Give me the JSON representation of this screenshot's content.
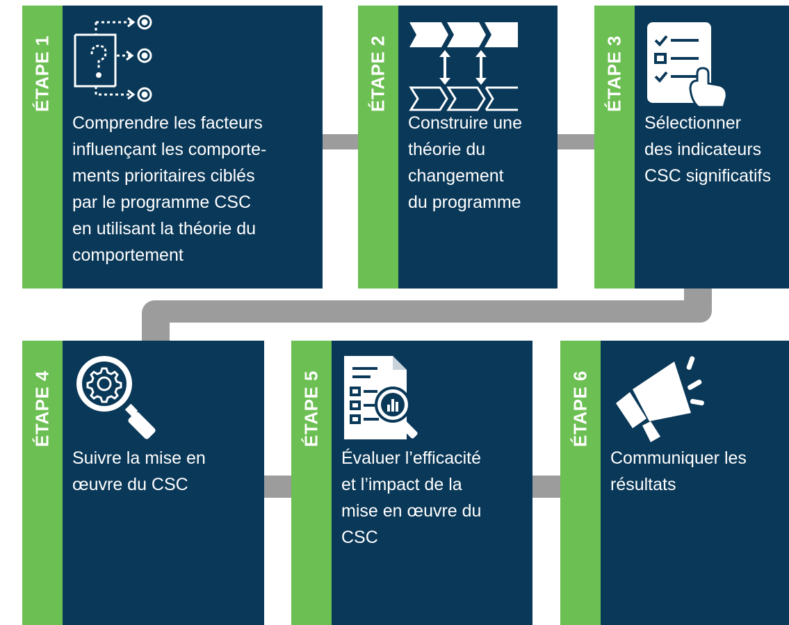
{
  "colors": {
    "card_background": "#0a3858",
    "step_strip": "#6cbf52",
    "connector": "#9c9c9c",
    "text": "#ffffff"
  },
  "steps": [
    {
      "label": "ÉTAPE 1",
      "icon": "question-box-targets-icon",
      "text": "Comprendre les facteurs\ninfluençant les comporte-\nments prioritaires ciblés\npar le programme CSC\nen utilisant la théorie du\ncomportement"
    },
    {
      "label": "ÉTAPE 2",
      "icon": "chevron-flow-arrows-icon",
      "text": "Construire une\nthéorie du\nchangement\ndu programme"
    },
    {
      "label": "ÉTAPE 3",
      "icon": "checklist-hand-icon",
      "text": "Sélectionner\ndes indicateurs\nCSC significatifs"
    },
    {
      "label": "ÉTAPE 4",
      "icon": "magnifier-gear-icon",
      "text": "Suivre la mise en\nœuvre du CSC"
    },
    {
      "label": "ÉTAPE 5",
      "icon": "report-magnifier-chart-icon",
      "text": "Évaluer l’efficacité\net l’impact de la\nmise en œuvre du\nCSC"
    },
    {
      "label": "ÉTAPE 6",
      "icon": "megaphone-icon",
      "text": "Communiquer les\nrésultats"
    }
  ]
}
